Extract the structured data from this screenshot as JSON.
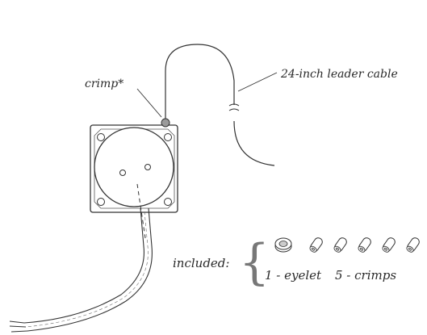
{
  "labels": {
    "crimp": "crimp*",
    "leader_cable": "24-inch leader cable",
    "included": "included:",
    "eyelet": "1 - eyelet",
    "crimps": "5 - crimps"
  },
  "included_items": {
    "eyelet_count": 1,
    "crimp_count": 5
  },
  "colors": {
    "line": "#333333",
    "fill": "#ffffff",
    "crimp_dot": "#9a9a9a",
    "text": "#2a2a2a"
  }
}
